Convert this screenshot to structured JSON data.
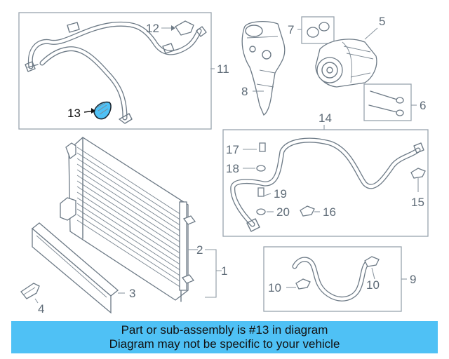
{
  "callouts": {
    "c1": "1",
    "c2": "2",
    "c3": "3",
    "c4": "4",
    "c5": "5",
    "c6": "6",
    "c7": "7",
    "c8": "8",
    "c9": "9",
    "c10a": "10",
    "c10b": "10",
    "c11": "11",
    "c12": "12",
    "c13": "13",
    "c14": "14",
    "c15": "15",
    "c16": "16",
    "c17": "17",
    "c18": "18",
    "c19": "19",
    "c20": "20"
  },
  "highlight_part": "13",
  "colors": {
    "banner_background": "#4fc1f5",
    "highlight_part_fill": "#4fc1f5",
    "line_color": "#6d7a86"
  },
  "banner": {
    "line1": "Part or sub-assembly is #13 in diagram",
    "line2": "Diagram may not be specific to your vehicle"
  }
}
